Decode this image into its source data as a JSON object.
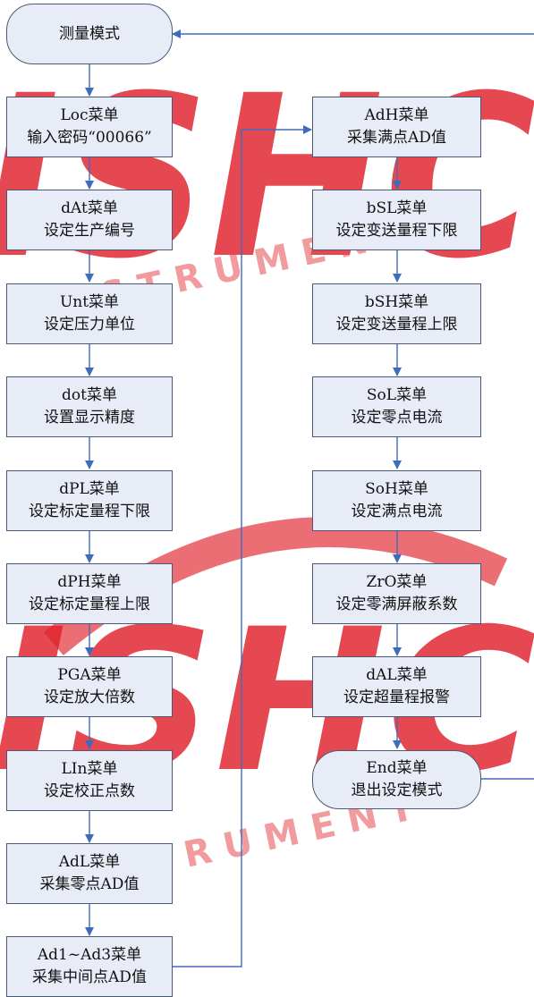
{
  "watermark": {
    "letters": "ISHC",
    "subtext": "INSTRUMENT"
  },
  "colors": {
    "node_fill": "#e8ecf6",
    "node_border": "#4a5a76",
    "arrow": "#3e6bbd",
    "line": "#3e6bbd",
    "watermark": "#e0212b"
  },
  "nodes": {
    "start": {
      "l1": "测量模式"
    },
    "loc": {
      "l1": "Loc菜单",
      "l2": "输入密码“00066”"
    },
    "dat": {
      "l1": "dAt菜单",
      "l2": "设定生产编号"
    },
    "unt": {
      "l1": "Unt菜单",
      "l2": "设定压力单位"
    },
    "dot": {
      "l1": "dot菜单",
      "l2": "设置显示精度"
    },
    "dpl": {
      "l1": "dPL菜单",
      "l2": "设定标定量程下限"
    },
    "dph": {
      "l1": "dPH菜单",
      "l2": "设定标定量程上限"
    },
    "pga": {
      "l1": "PGA菜单",
      "l2": "设定放大倍数"
    },
    "lin": {
      "l1": "LIn菜单",
      "l2": "设定校正点数"
    },
    "adl": {
      "l1": "AdL菜单",
      "l2": "采集零点AD值"
    },
    "ad13": {
      "l1": "Ad1~Ad3菜单",
      "l2": "采集中间点AD值"
    },
    "adh": {
      "l1": "AdH菜单",
      "l2": "采集满点AD值"
    },
    "bsl": {
      "l1": "bSL菜单",
      "l2": "设定变送量程下限"
    },
    "bsh": {
      "l1": "bSH菜单",
      "l2": "设定变送量程上限"
    },
    "sol": {
      "l1": "SoL菜单",
      "l2": "设定零点电流"
    },
    "soh": {
      "l1": "SoH菜单",
      "l2": "设定满点电流"
    },
    "zro": {
      "l1": "ZrO菜单",
      "l2": "设定零满屏蔽系数"
    },
    "dal": {
      "l1": "dAL菜单",
      "l2": "设定超量程报警"
    },
    "end": {
      "l1": "End菜单",
      "l2": "退出设定模式"
    }
  }
}
